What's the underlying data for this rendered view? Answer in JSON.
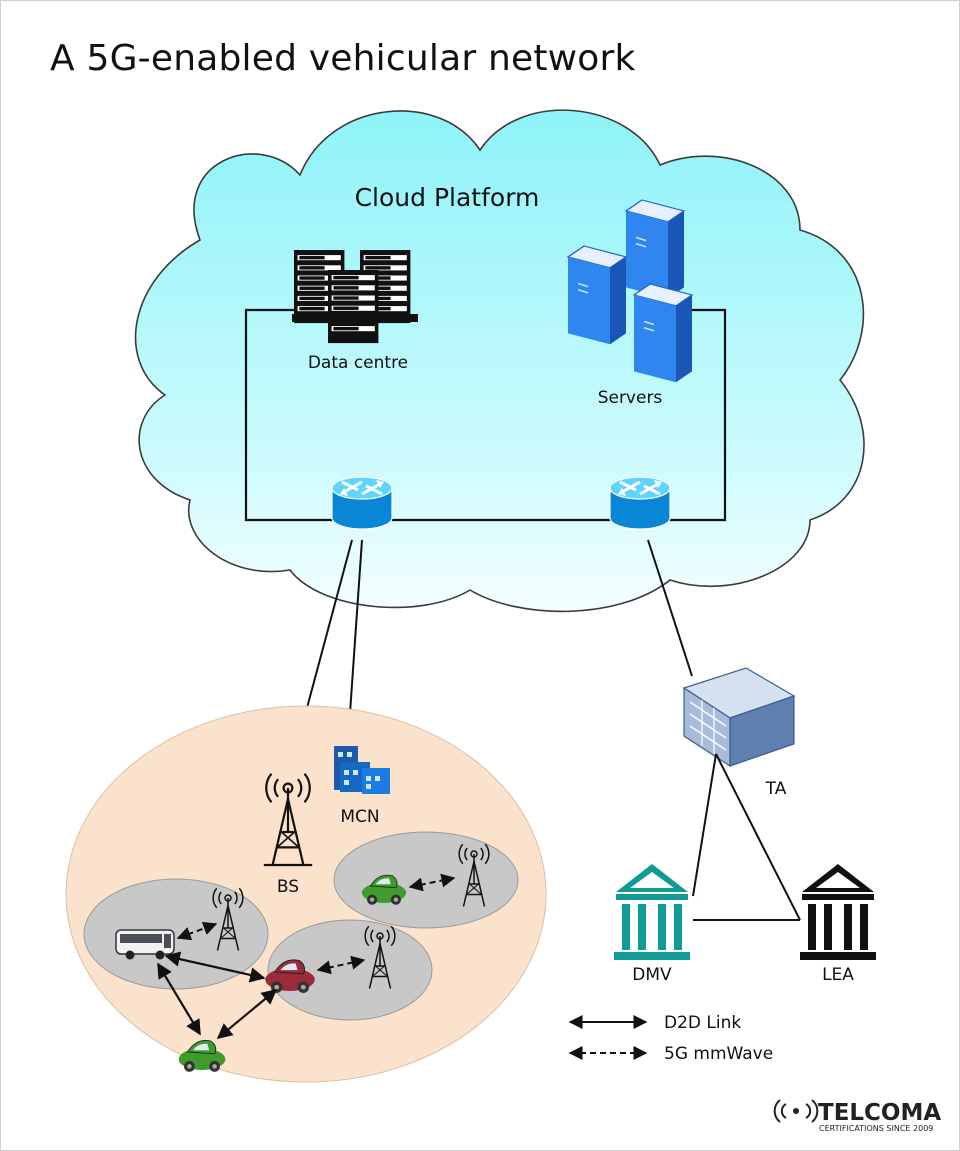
{
  "title": "A 5G-enabled vehicular network",
  "cloud": {
    "label": "Cloud Platform"
  },
  "nodes": {
    "data_centre": "Data centre",
    "servers": "Servers",
    "bs": "BS",
    "mcn": "MCN",
    "ta": "TA",
    "dmv": "DMV",
    "lea": "LEA"
  },
  "legend": {
    "d2d": "D2D Link",
    "mmwave": "5G mmWave"
  },
  "brand": {
    "name": "TELCOMA",
    "tagline": "CERTIFICATIONS SINCE 2009"
  },
  "colors": {
    "cloud_fill_top": "#8ef3f8",
    "cloud_fill_bottom": "#f4feff",
    "region_fill": "#fbe2cc",
    "cell_fill": "#c8c8c8",
    "router_blue": "#1aa7f0",
    "server_blue": "#2a7de1",
    "building_teal": "#109c95",
    "building_black": "#111111",
    "car_green": "#3f9c2a",
    "car_red": "#9b2a3a"
  }
}
